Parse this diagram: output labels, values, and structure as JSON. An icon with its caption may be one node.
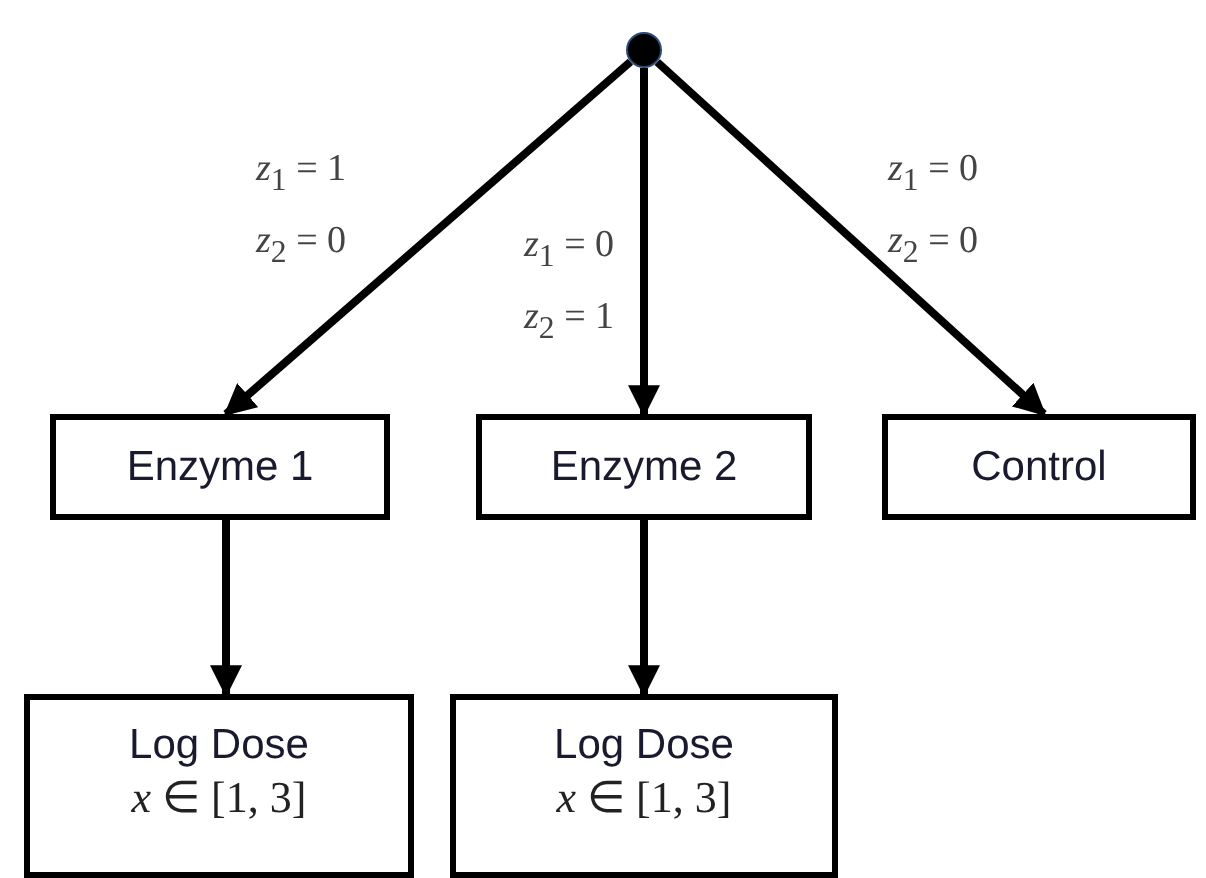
{
  "diagram": {
    "nodes": [
      {
        "text": [],
        "shape": "circle"
      },
      {
        "text": [
          "Enzyme 1"
        ]
      },
      {
        "text": [
          "Enzyme 2"
        ]
      },
      {
        "text": [
          "Control"
        ]
      },
      {
        "text": [
          "Log Dose",
          "*x* ∈ [1, 3]"
        ]
      },
      {
        "text": [
          "Log Dose",
          "*x* ∈ [1, 3]"
        ]
      }
    ],
    "edges": [
      {
        "from": 0,
        "to": 1,
        "arrow": "to",
        "label": "*z*$_{1}$ = 1 *z*$_{2}$ = 0"
      },
      {
        "from": 0,
        "to": 2,
        "arrow": "to",
        "label": "*z*$_{1}$ = 0 *z*$_{2}$ = 1"
      },
      {
        "from": 0,
        "to": 3,
        "arrow": "to",
        "label": "*z*$_{1}$ = 0 *z*$_{2}$ = 0"
      },
      {
        "from": 1,
        "to": 4,
        "arrow": "to"
      },
      {
        "from": 2,
        "to": 5,
        "arrow": "to"
      }
    ]
  }
}
